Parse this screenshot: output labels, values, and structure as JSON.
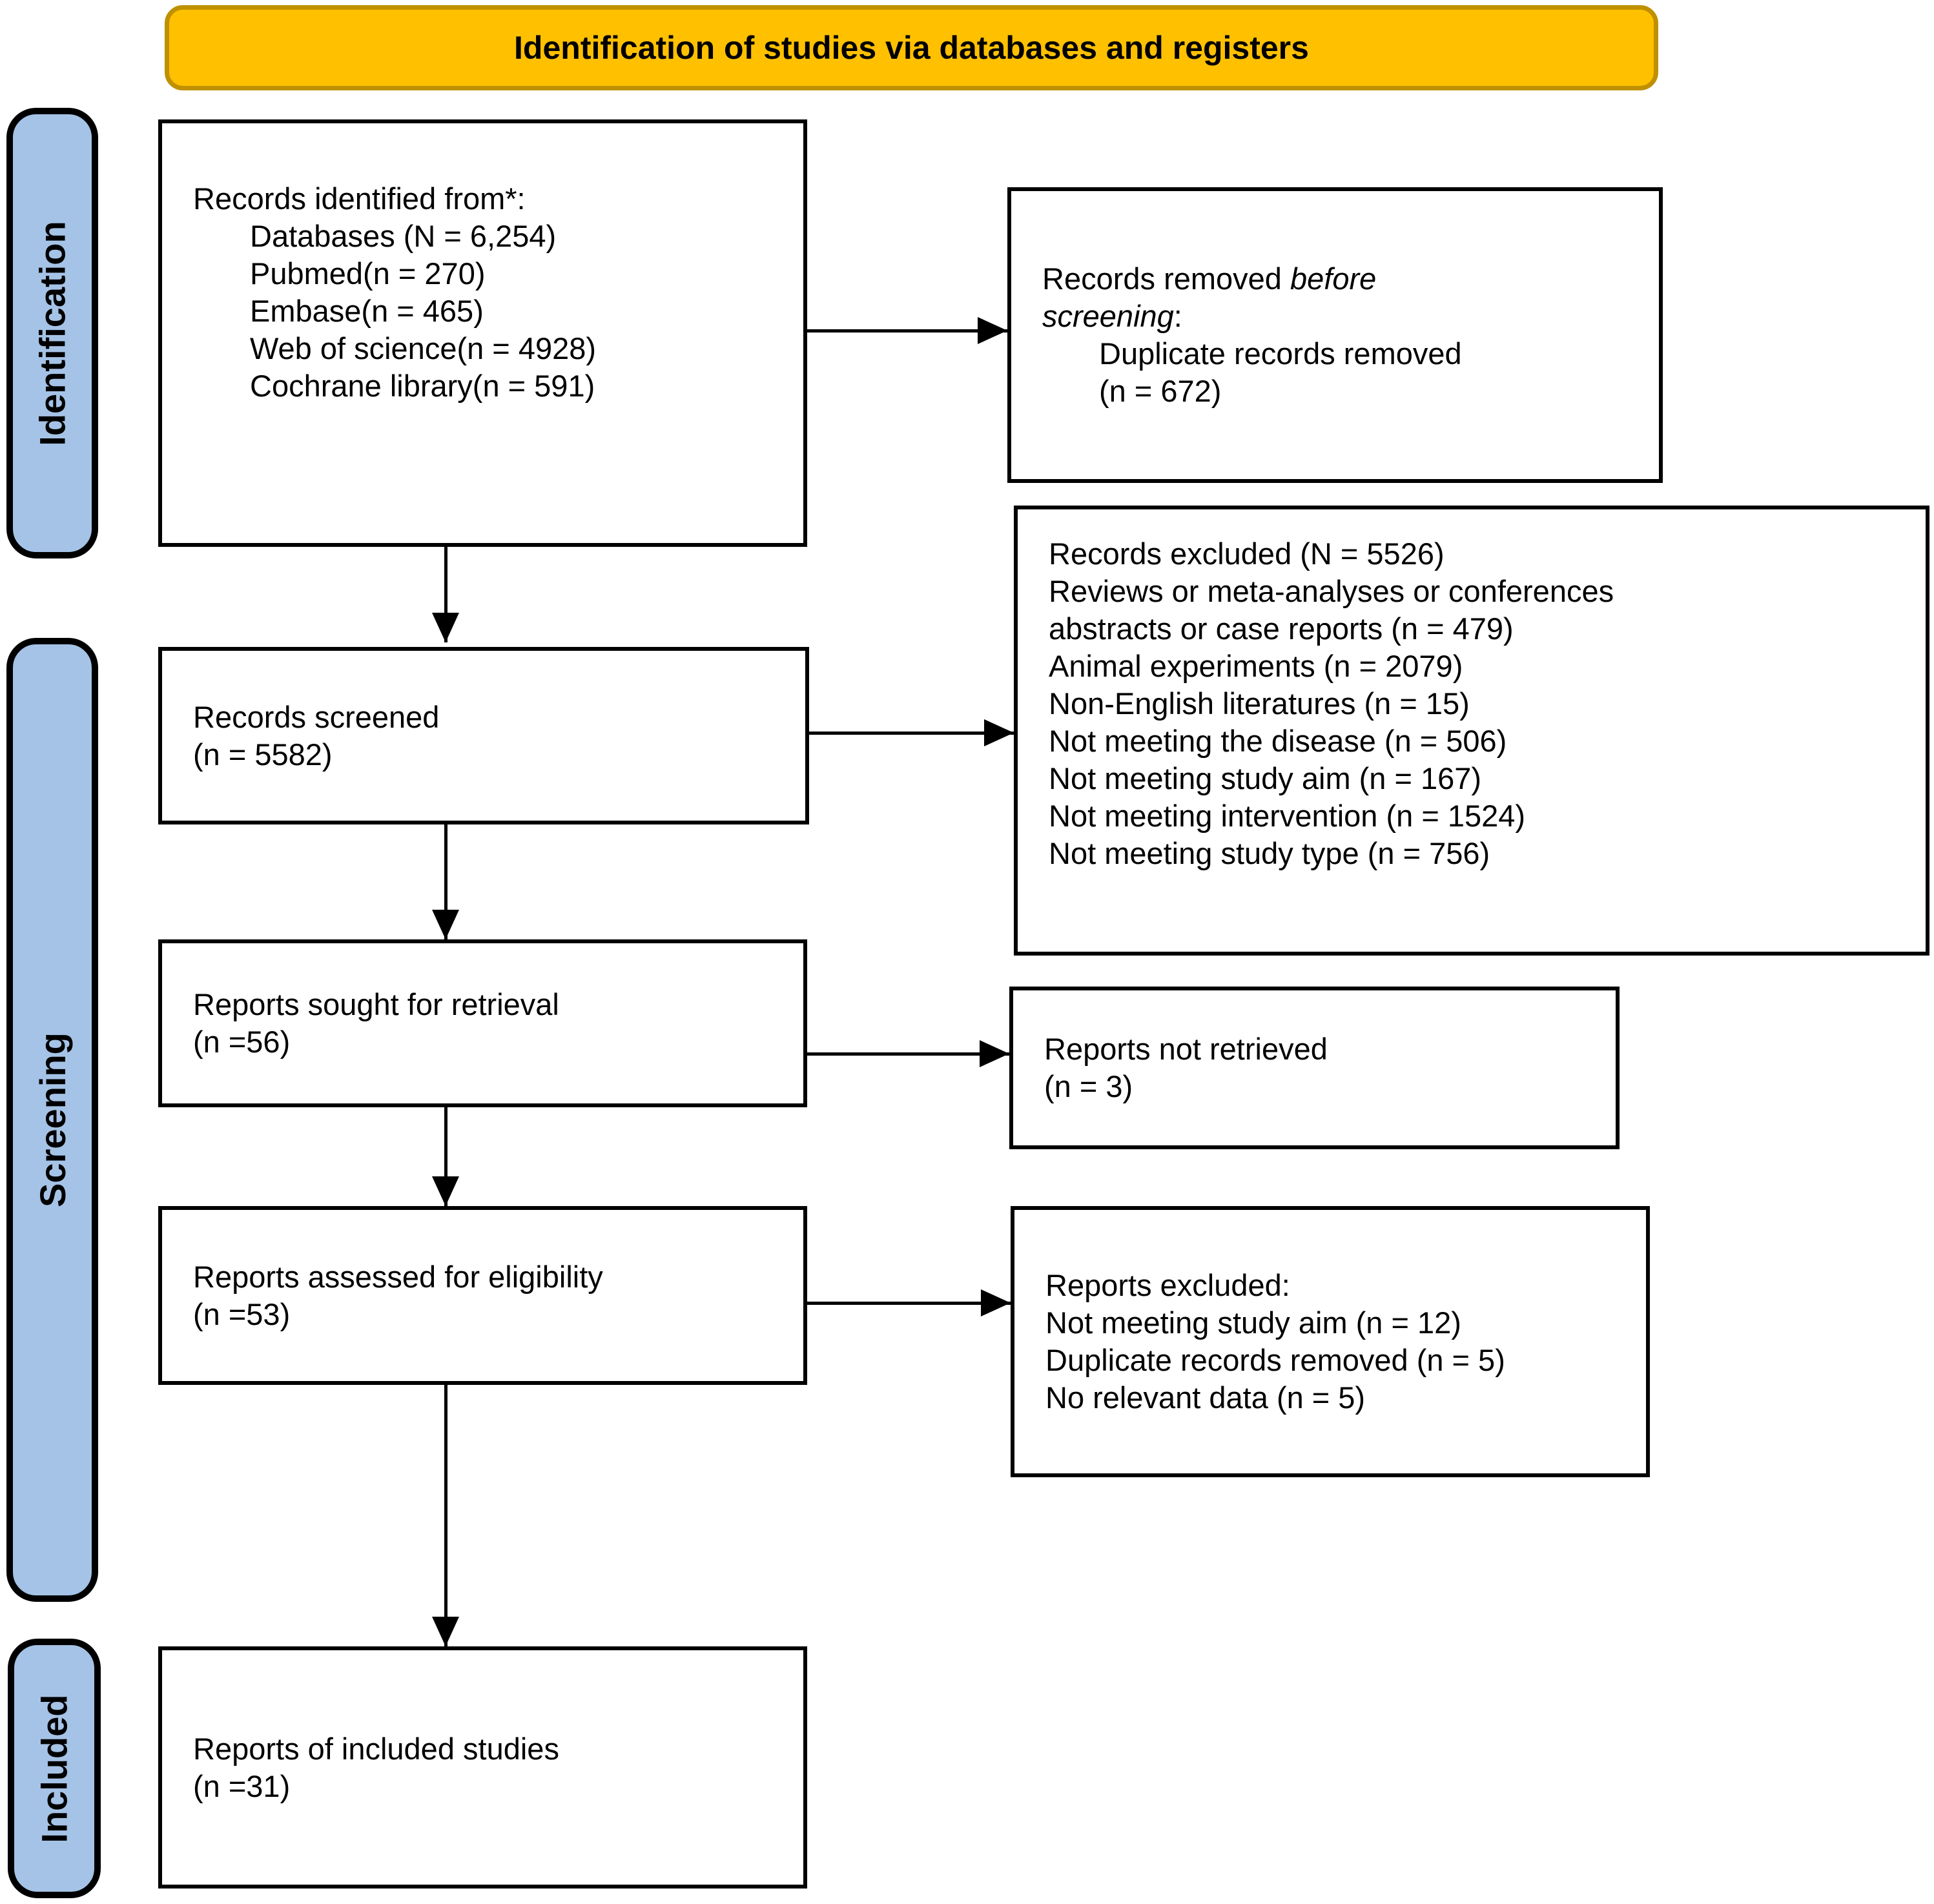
{
  "banner": {
    "label": "Identification of studies via databases and registers"
  },
  "colors": {
    "banner_fill": "#FFC000",
    "banner_border": "#BF9000",
    "stage_label_fill": "#A5C3E6",
    "line_color": "#000000"
  },
  "stages": {
    "identification": "Identification",
    "screening": "Screening",
    "included": "Included"
  },
  "boxes": {
    "records_identified": {
      "lines": [
        "Records identified from*:",
        "Databases (N = 6,254)",
        "Pubmed(n = 270)",
        "Embase(n = 465)",
        "Web of science(n = 4928)",
        "Cochrane library(n = 591)"
      ]
    },
    "records_removed": {
      "l1_text": "Records removed ",
      "l1_italic": "before",
      "l2_italic": "screening",
      "l2_text": ":",
      "detail_lines": [
        "Duplicate records removed",
        "(n = 672)"
      ]
    },
    "records_screened": {
      "lines": [
        "Records screened",
        "(n = 5582)"
      ]
    },
    "records_excluded": {
      "lines": [
        "Records excluded (N = 5526)",
        "Reviews or meta-analyses or conferences",
        "abstracts or case reports (n = 479)",
        "Animal experiments (n = 2079)",
        "Non-English literatures (n = 15)",
        "Not meeting the disease (n = 506)",
        "Not meeting study aim (n = 167)",
        "Not meeting intervention (n = 1524)",
        "Not meeting study type (n = 756)"
      ]
    },
    "reports_sought": {
      "lines": [
        "Reports sought for retrieval",
        "(n =56)"
      ]
    },
    "reports_not_retrieved": {
      "lines": [
        "Reports not retrieved",
        "(n = 3)"
      ]
    },
    "reports_assessed": {
      "lines": [
        "Reports assessed for eligibility",
        "(n =53)"
      ]
    },
    "reports_excluded": {
      "lines": [
        "Reports excluded:",
        "Not meeting study aim (n = 12)",
        "Duplicate records removed (n = 5)",
        "No relevant data (n = 5)"
      ]
    },
    "reports_included": {
      "lines": [
        "Reports of included studies",
        "(n =31)"
      ]
    }
  }
}
